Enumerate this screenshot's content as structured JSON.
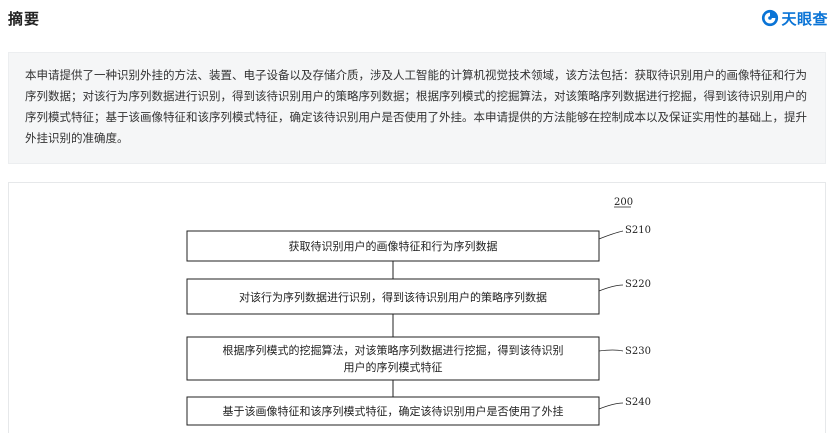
{
  "header": {
    "title": "摘要",
    "brand_name": "天眼查",
    "brand_icon": "tianyancha-logo-icon",
    "brand_color": "#0a74d6"
  },
  "abstract": {
    "text": "本申请提供了一种识别外挂的方法、装置、电子设备以及存储介质，涉及人工智能的计算机视觉技术领域，该方法包括：获取待识别用户的画像特征和行为序列数据；对该行为序列数据进行识别，得到该待识别用户的策略序列数据；根据序列模式的挖掘算法，对该策略序列数据进行挖掘，得到该待识别用户的序列模式特征；基于该画像特征和该序列模式特征，确定该待识别用户是否使用了外挂。本申请提供的方法能够在控制成本以及保证实用性的基础上，提升外挂识别的准确度。"
  },
  "figure": {
    "number": "200",
    "steps": [
      {
        "label": "S210",
        "lines": [
          "获取待识别用户的画像特征和行为序列数据"
        ]
      },
      {
        "label": "S220",
        "lines": [
          "对该行为序列数据进行识别，得到该待识别用户的策略序列数据"
        ]
      },
      {
        "label": "S230",
        "lines": [
          "根据序列模式的挖掘算法，对该策略序列数据进行挖掘，得到该待识别",
          "用户的序列模式特征"
        ]
      },
      {
        "label": "S240",
        "lines": [
          "基于该画像特征和该序列模式特征，确定该待识别用户是否使用了外挂"
        ]
      }
    ]
  }
}
